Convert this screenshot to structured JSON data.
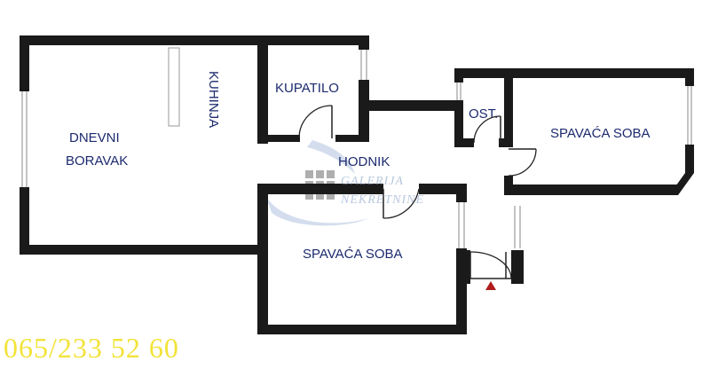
{
  "rooms": {
    "living": [
      "DNEVNI",
      "BORAVAK"
    ],
    "kitchen": "KUHINJA",
    "bathroom": "KUPATILO",
    "hallway": "HODNIK",
    "storage": "OST.",
    "bedroom_1": "SPAVAĆA SOBA",
    "bedroom_2": "SPAVAĆA SOBA"
  },
  "watermark": {
    "line1": "GALERIJA",
    "line2": "NEKRETNINE"
  },
  "phone": "065/233 52 60",
  "colors": {
    "wall": "#1a1a1a",
    "label": "#1c2a6e",
    "phone": "#f2e33a",
    "entrance_marker": "#b01c1c",
    "watermark": "#7d9cc4"
  }
}
